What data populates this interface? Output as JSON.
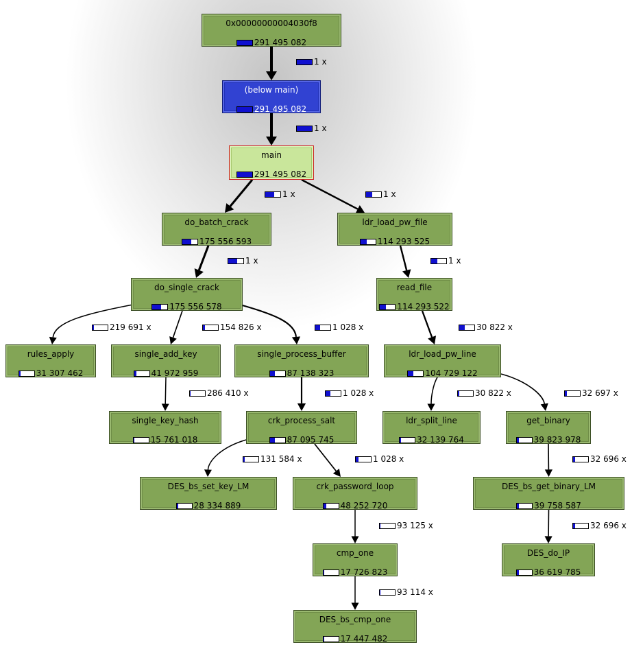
{
  "nodes": {
    "root": {
      "name": "0x00000000004030f8",
      "cost": "291 495 082",
      "fraction": 1.0
    },
    "below_main": {
      "name": "(below main)",
      "cost": "291 495 082",
      "fraction": 1.0
    },
    "main": {
      "name": "main",
      "cost": "291 495 082",
      "fraction": 1.0
    },
    "do_batch_crack": {
      "name": "do_batch_crack",
      "cost": "175 556 593",
      "fraction": 0.6
    },
    "ldr_load_pw_file": {
      "name": "ldr_load_pw_file",
      "cost": "114 293 525",
      "fraction": 0.39
    },
    "do_single_crack": {
      "name": "do_single_crack",
      "cost": "175 556 578",
      "fraction": 0.6
    },
    "read_file": {
      "name": "read_file",
      "cost": "114 293 522",
      "fraction": 0.39
    },
    "rules_apply": {
      "name": "rules_apply",
      "cost": "31 307 462",
      "fraction": 0.11
    },
    "single_add_key": {
      "name": "single_add_key",
      "cost": "41 972 959",
      "fraction": 0.14
    },
    "single_process_buffer": {
      "name": "single_process_buffer",
      "cost": "87 138 323",
      "fraction": 0.3
    },
    "ldr_load_pw_line": {
      "name": "ldr_load_pw_line",
      "cost": "104 729 122",
      "fraction": 0.36
    },
    "single_key_hash": {
      "name": "single_key_hash",
      "cost": "15 761 018",
      "fraction": 0.054
    },
    "crk_process_salt": {
      "name": "crk_process_salt",
      "cost": "87 095 745",
      "fraction": 0.3
    },
    "ldr_split_line": {
      "name": "ldr_split_line",
      "cost": "32 139 764",
      "fraction": 0.11
    },
    "get_binary": {
      "name": "get_binary",
      "cost": "39 823 978",
      "fraction": 0.137
    },
    "DES_bs_set_key_LM": {
      "name": "DES_bs_set_key_LM",
      "cost": "28 334 889",
      "fraction": 0.097
    },
    "crk_password_loop": {
      "name": "crk_password_loop",
      "cost": "48 252 720",
      "fraction": 0.166
    },
    "DES_bs_get_binary_LM": {
      "name": "DES_bs_get_binary_LM",
      "cost": "39 758 587",
      "fraction": 0.136
    },
    "cmp_one": {
      "name": "cmp_one",
      "cost": "17 726 823",
      "fraction": 0.061
    },
    "DES_do_IP": {
      "name": "DES_do_IP",
      "cost": "36 619 785",
      "fraction": 0.126
    },
    "DES_bs_cmp_one": {
      "name": "DES_bs_cmp_one",
      "cost": "17 447 482",
      "fraction": 0.06
    }
  },
  "edges": [
    {
      "from": "root",
      "to": "below_main",
      "label": "1 x",
      "fraction": 1.0
    },
    {
      "from": "below_main",
      "to": "main",
      "label": "1 x",
      "fraction": 1.0
    },
    {
      "from": "main",
      "to": "do_batch_crack",
      "label": "1 x",
      "fraction": 0.6
    },
    {
      "from": "main",
      "to": "ldr_load_pw_file",
      "label": "1 x",
      "fraction": 0.39
    },
    {
      "from": "do_batch_crack",
      "to": "do_single_crack",
      "label": "1 x",
      "fraction": 0.6
    },
    {
      "from": "ldr_load_pw_file",
      "to": "read_file",
      "label": "1 x",
      "fraction": 0.39
    },
    {
      "from": "do_single_crack",
      "to": "rules_apply",
      "label": "219 691 x",
      "fraction": 0.11
    },
    {
      "from": "do_single_crack",
      "to": "single_add_key",
      "label": "154 826 x",
      "fraction": 0.14
    },
    {
      "from": "do_single_crack",
      "to": "single_process_buffer",
      "label": "1 028 x",
      "fraction": 0.3
    },
    {
      "from": "read_file",
      "to": "ldr_load_pw_line",
      "label": "30 822 x",
      "fraction": 0.36
    },
    {
      "from": "single_add_key",
      "to": "single_key_hash",
      "label": "286 410 x",
      "fraction": 0.054
    },
    {
      "from": "single_process_buffer",
      "to": "crk_process_salt",
      "label": "1 028 x",
      "fraction": 0.3
    },
    {
      "from": "ldr_load_pw_line",
      "to": "ldr_split_line",
      "label": "30 822 x",
      "fraction": 0.11
    },
    {
      "from": "ldr_load_pw_line",
      "to": "get_binary",
      "label": "32 697 x",
      "fraction": 0.137
    },
    {
      "from": "crk_process_salt",
      "to": "DES_bs_set_key_LM",
      "label": "131 584 x",
      "fraction": 0.097
    },
    {
      "from": "crk_process_salt",
      "to": "crk_password_loop",
      "label": "1 028 x",
      "fraction": 0.166
    },
    {
      "from": "get_binary",
      "to": "DES_bs_get_binary_LM",
      "label": "32 696 x",
      "fraction": 0.136
    },
    {
      "from": "crk_password_loop",
      "to": "cmp_one",
      "label": "93 125 x",
      "fraction": 0.061
    },
    {
      "from": "DES_bs_get_binary_LM",
      "to": "DES_do_IP",
      "label": "32 696 x",
      "fraction": 0.126
    },
    {
      "from": "cmp_one",
      "to": "DES_bs_cmp_one",
      "label": "93 114 x",
      "fraction": 0.06
    }
  ]
}
